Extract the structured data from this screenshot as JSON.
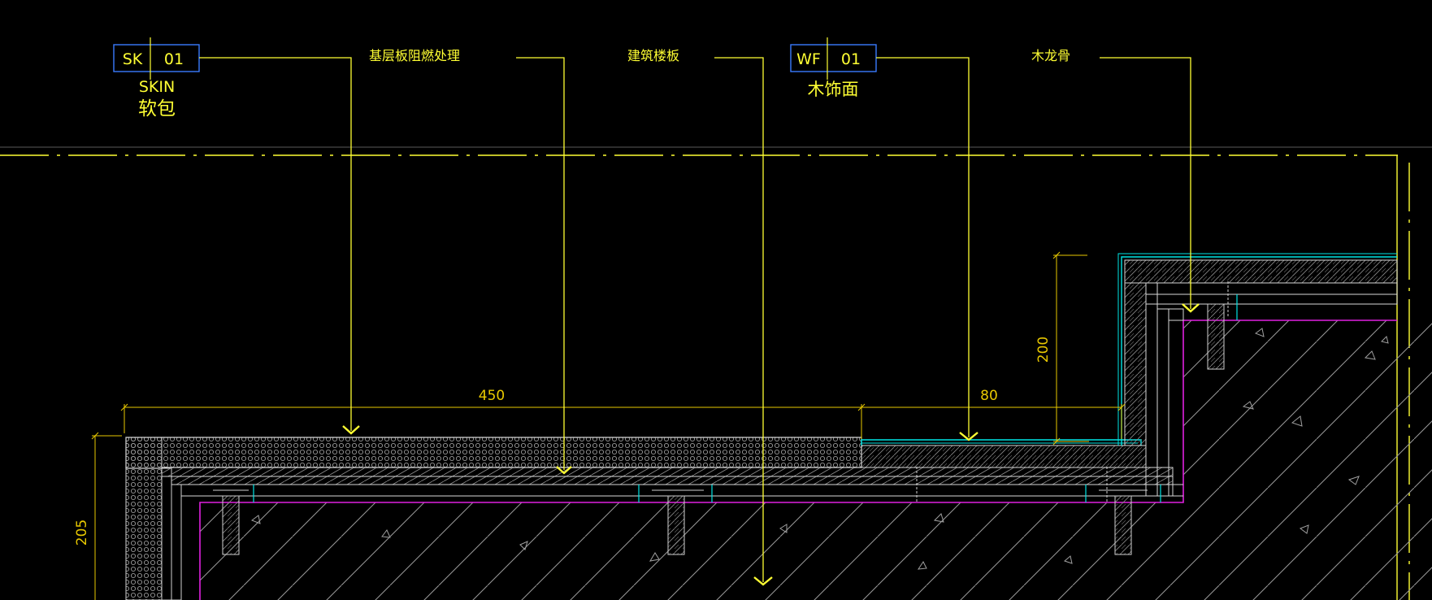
{
  "colors": {
    "background": "#000000",
    "annotation": "#ffff33",
    "dimension": "#e8c800",
    "tag_box": "#3a7bff",
    "finish_line": "#00e5e5",
    "structure_outline": "#e020e0",
    "hatch": "#b0b0b0"
  },
  "tags": [
    {
      "code": "SK",
      "number": "01",
      "name_en": "SKIN",
      "name_cn": "软包"
    },
    {
      "code": "WF",
      "number": "01",
      "name_en": "",
      "name_cn": "木饰面"
    }
  ],
  "callouts": [
    {
      "label": "基层板阻燃处理"
    },
    {
      "label": "建筑楼板"
    },
    {
      "label": "木龙骨"
    }
  ],
  "dimensions": {
    "width_1": "450",
    "width_2": "80",
    "height_1": "200",
    "height_2": "205"
  }
}
